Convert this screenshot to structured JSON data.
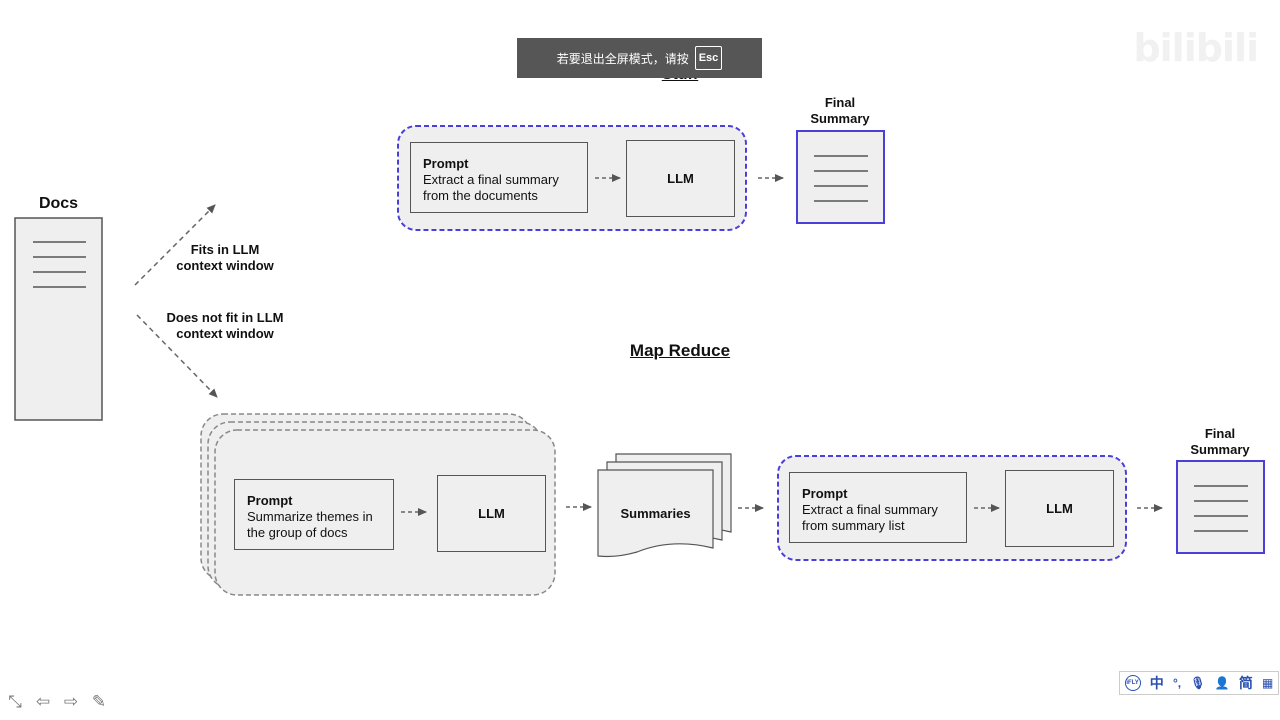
{
  "overlay": {
    "exit_fullscreen_text": "若要退出全屏模式，请按",
    "esc_key": "Esc",
    "watermark": "bilibili"
  },
  "diagram": {
    "docs_label": "Docs",
    "branch_fits": "Fits in LLM\ncontext window",
    "branch_not_fits": "Does not fit in LLM\ncontext window",
    "stuff": {
      "title": "Stuff",
      "prompt_title": "Prompt",
      "prompt_text": "Extract a final summary\nfrom the documents",
      "llm": "LLM",
      "final_summary": "Final\nSummary"
    },
    "map_reduce": {
      "title": "Map Reduce",
      "map_prompt_title": "Prompt",
      "map_prompt_text": "Summarize themes in\nthe group of docs",
      "map_llm": "LLM",
      "summaries": "Summaries",
      "reduce_prompt_title": "Prompt",
      "reduce_prompt_text": "Extract a final summary\nfrom summary list",
      "reduce_llm": "LLM",
      "final_summary": "Final\nSummary"
    }
  },
  "colors": {
    "accent_blue": "#4a3fd8",
    "box_fill": "#efefef",
    "border_gray": "#555555"
  },
  "ime_bar": {
    "icons": [
      "iflytek-icon",
      "chinese-mode-icon",
      "punctuation-icon",
      "microphone-icon",
      "user-icon",
      "simplified-icon",
      "grid-icon"
    ],
    "chinese_label": "中",
    "simplified_label": "简"
  }
}
